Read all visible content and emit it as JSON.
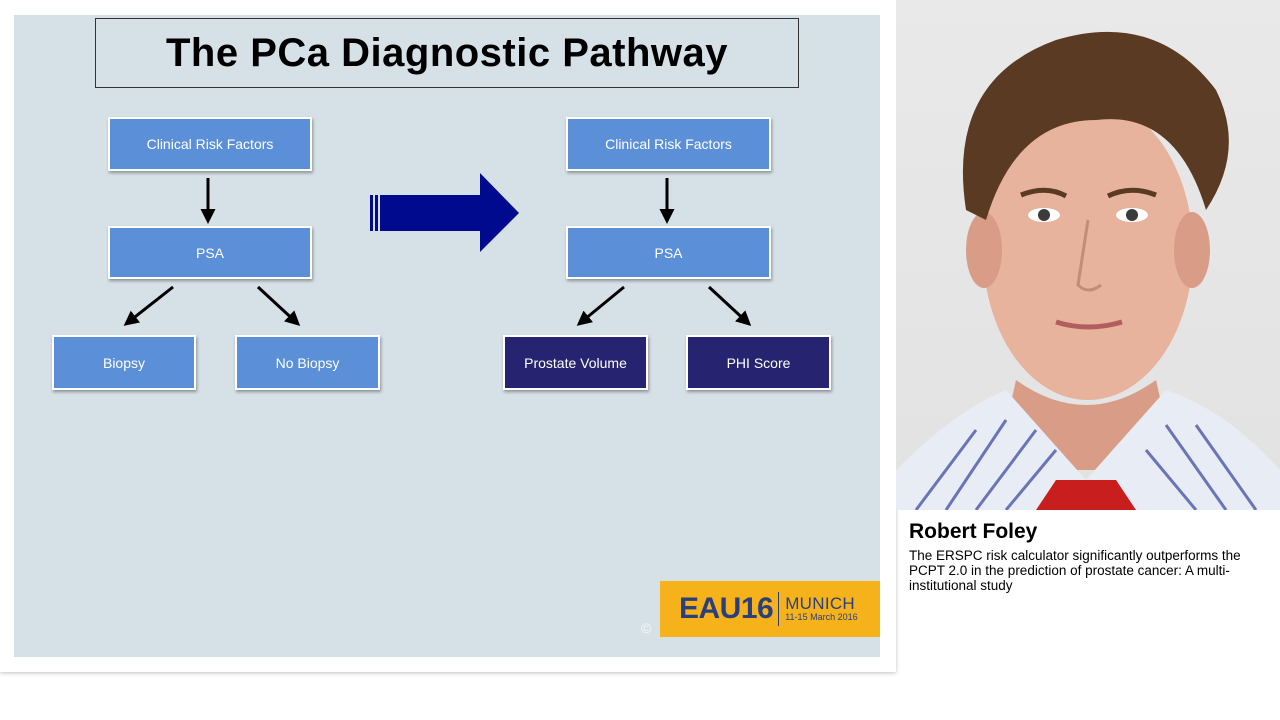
{
  "slide": {
    "title": "The PCa Diagnostic Pathway",
    "left_pathway": {
      "top": "Clinical Risk Factors",
      "middle": "PSA",
      "bottom_left": "Biopsy",
      "bottom_right": "No Biopsy"
    },
    "right_pathway": {
      "top": "Clinical Risk Factors",
      "middle": "PSA",
      "bottom_left": "Prostate Volume",
      "bottom_right": "PHI Score"
    },
    "logo": {
      "eau": "EAU16",
      "city": "MUNICH",
      "dates": "11-15 March 2016"
    },
    "copyright": "©"
  },
  "speaker": {
    "name": "Robert Foley",
    "talk_title": "The ERSPC risk calculator significantly outperforms the PCPT 2.0 in the prediction of prostate cancer: A multi-institutional study"
  },
  "colors": {
    "light_box": "#5b8fd8",
    "dark_box": "#262470",
    "big_arrow": "#000a8f",
    "slide_bg": "#d6e0e7",
    "logo_bg": "#f5b21b"
  }
}
